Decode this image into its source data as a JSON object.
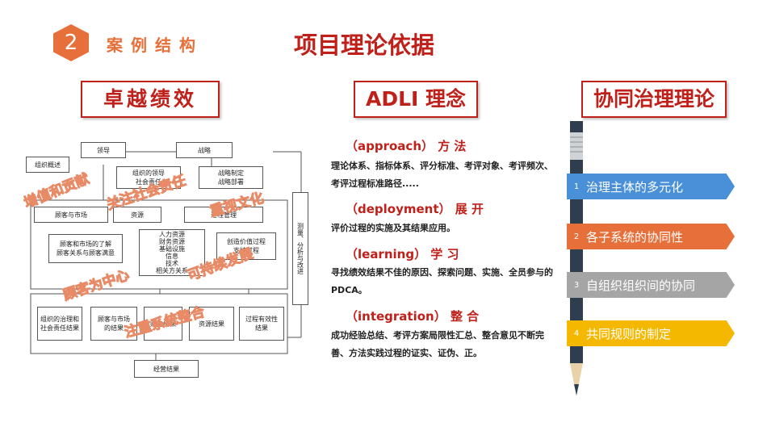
{
  "header": {
    "number": "2",
    "section": "案例结构",
    "title": "项目理论依据"
  },
  "columns": {
    "left": "卓越绩效",
    "middle": "ADLI 理念",
    "right": "协同治理理论"
  },
  "diagram": {
    "leadership": "领导",
    "strategy": "战略",
    "org_overview": "组织概述",
    "org_leadership": "组织的领导\n社会责任",
    "strategy_make": "战略制定\n战略部署",
    "customer_market": "顾客与市场",
    "resources": "资源",
    "process_mgmt": "过程管理",
    "customer_relations": "顾客和市场的了解\n顾客关系与顾客满意",
    "resource_list": "人力资源\n财务资源\n基础设施\n信息\n技术\n相关方关系",
    "value_process": "创造价值过程\n支持过程",
    "measure": "测量、分析与改进",
    "res1": "组织的治理和\n社会责任结果",
    "res2": "顾客与市场\n的结果",
    "res3": "财务结果",
    "res4": "资源结果",
    "res5": "过程有效性\n结果",
    "ops_result": "经营结果",
    "overlays": [
      "增值和贡献",
      "关注社会责任",
      "重视文化",
      "顾客为中心",
      "可持续发展",
      "注重系统整合"
    ]
  },
  "adli": [
    {
      "head": "（approach） 方 法",
      "text": "理论体系、指标体系、评分标准、考评对象、考评频次、考评过程标准路径....."
    },
    {
      "head": "（deployment） 展 开",
      "text": "评价过程的实施及其结果应用。"
    },
    {
      "head": "（learning） 学 习",
      "text": "寻找绩效结果不佳的原因、探索问题、实施、全员参与的PDCA。"
    },
    {
      "head": "（integration） 整 合",
      "text": "成功经验总结、考评方案局限性汇总、整合意见不断完善、方法实践过程的证实、证伪、正。"
    }
  ],
  "collab": [
    {
      "n": "1",
      "text": "治理主体的多元化",
      "color": "#4a90d9"
    },
    {
      "n": "2",
      "text": "各子系统的协同性",
      "color": "#e7703a"
    },
    {
      "n": "3",
      "text": "自组织组织间的协同",
      "color": "#a5a5a5"
    },
    {
      "n": "4",
      "text": "共同规则的制定",
      "color": "#f5b800"
    }
  ]
}
